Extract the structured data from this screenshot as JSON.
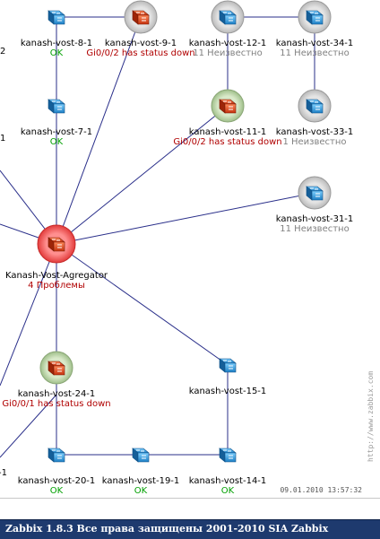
{
  "map": {
    "timestamp": "09.01.2010 13:57:32",
    "watermark": "http://www.zabbix.com",
    "nodes": [
      {
        "id": "n8",
        "name": "kanash-vost-8-1",
        "status": "OK",
        "state": "ok",
        "style": "plain"
      },
      {
        "id": "n9",
        "name": "kanash-vost-9-1",
        "status": "Gi0/0/2 has status down",
        "state": "problem",
        "style": "red-circle"
      },
      {
        "id": "n12",
        "name": "kanash-vost-12-1",
        "status": "11 Неизвестно",
        "state": "unknown",
        "style": "grey-circle"
      },
      {
        "id": "n34",
        "name": "kanash-vost-34-1",
        "status": "11 Неизвестно",
        "state": "unknown",
        "style": "grey-circle"
      },
      {
        "id": "n7",
        "name": "kanash-vost-7-1",
        "status": "OK",
        "state": "ok",
        "style": "plain"
      },
      {
        "id": "n11",
        "name": "kanash-vost-11-1",
        "status": "Gi0/0/2 has status down",
        "state": "problem",
        "style": "green-red"
      },
      {
        "id": "n33",
        "name": "kanash-vost-33-1",
        "status": "1 Неизвестно",
        "state": "unknown",
        "style": "grey-circle"
      },
      {
        "id": "n31",
        "name": "kanash-vost-31-1",
        "status": "11 Неизвестно",
        "state": "unknown",
        "style": "grey-circle"
      },
      {
        "id": "agg",
        "name": "Kanash-Vost-Agregator",
        "status": "4 Проблемы",
        "state": "problem",
        "style": "red-big"
      },
      {
        "id": "n24",
        "name": "kanash-vost-24-1",
        "status": "Gi0/0/1 has status down",
        "state": "problem",
        "style": "green-red"
      },
      {
        "id": "n15",
        "name": "kanash-vost-15-1",
        "status": "",
        "state": "ok",
        "style": "plain"
      },
      {
        "id": "n20",
        "name": "kanash-vost-20-1",
        "status": "OK",
        "state": "ok",
        "style": "plain"
      },
      {
        "id": "n19",
        "name": "kanash-vost-19-1",
        "status": "OK",
        "state": "ok",
        "style": "plain"
      },
      {
        "id": "n14",
        "name": "kanash-vost-14-1",
        "status": "OK",
        "state": "ok",
        "style": "plain"
      }
    ],
    "partial_labels": [
      {
        "id": "p1",
        "text": "2"
      },
      {
        "id": "p2",
        "text": "1"
      },
      {
        "id": "p3",
        "text": "-1"
      }
    ]
  },
  "footer": {
    "copyright": "Zabbix 1.8.3 Все права защищены 2001-2010 SIA Zabbix"
  },
  "colors": {
    "link": "#2a2f8a",
    "ok": "#00a000",
    "problem": "#b00000",
    "unknown": "#808080",
    "footer_bg": "#1e3a6e"
  }
}
